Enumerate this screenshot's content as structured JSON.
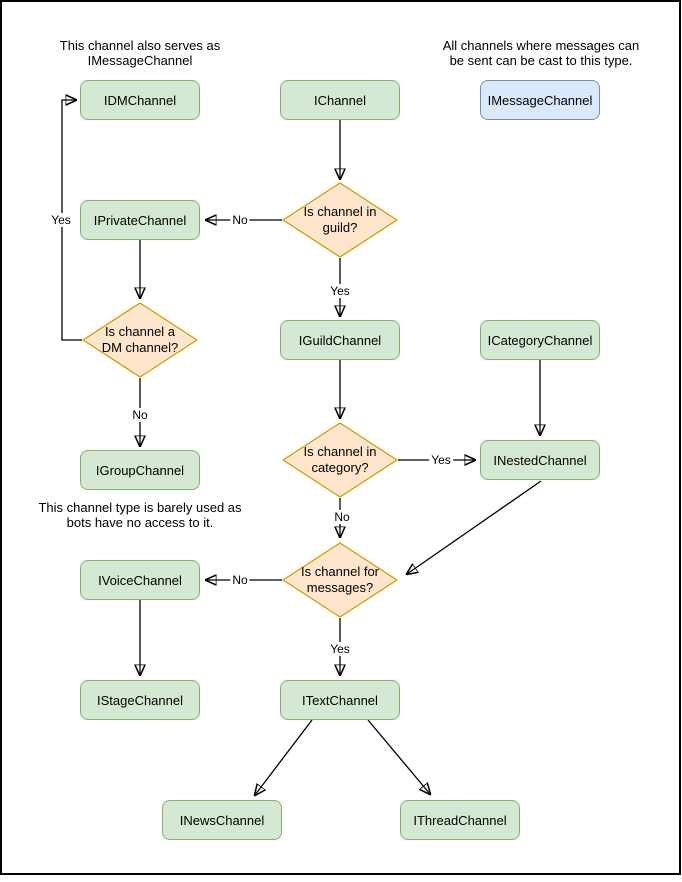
{
  "annotations": {
    "dm_note": "This channel also serves as\nIMessageChannel",
    "message_note": "All channels where messages can\nbe sent can be cast to this type.",
    "group_note": "This channel type is barely used as\nbots have no access to it."
  },
  "nodes": {
    "idmchannel": {
      "label": "IDMChannel",
      "style": "green"
    },
    "ichannel": {
      "label": "IChannel",
      "style": "green"
    },
    "imessagechannel": {
      "label": "IMessageChannel",
      "style": "blue"
    },
    "iprivatechannel": {
      "label": "IPrivateChannel",
      "style": "green"
    },
    "iguildchannel": {
      "label": "IGuildChannel",
      "style": "green"
    },
    "icategorychannel": {
      "label": "ICategoryChannel",
      "style": "green"
    },
    "igroupchannel": {
      "label": "IGroupChannel",
      "style": "green"
    },
    "inestedchannel": {
      "label": "INestedChannel",
      "style": "green"
    },
    "ivoicechannel": {
      "label": "IVoiceChannel",
      "style": "green"
    },
    "istagechannel": {
      "label": "IStageChannel",
      "style": "green"
    },
    "itextchannel": {
      "label": "ITextChannel",
      "style": "green"
    },
    "inewschannel": {
      "label": "INewsChannel",
      "style": "green"
    },
    "ithreadchannel": {
      "label": "IThreadChannel",
      "style": "green"
    }
  },
  "decisions": {
    "in_guild": {
      "label": "Is channel in\nguild?"
    },
    "is_dm": {
      "label": "Is channel a\nDM channel?"
    },
    "in_category": {
      "label": "Is channel in\ncategory?"
    },
    "for_messages": {
      "label": "Is channel for\nmessages?"
    }
  },
  "edge_labels": {
    "dm_yes": "Yes",
    "guild_no": "No",
    "guild_yes": "Yes",
    "dm_no": "No",
    "category_yes": "Yes",
    "category_no": "No",
    "messages_no": "No",
    "messages_yes": "Yes"
  },
  "edges": [
    {
      "from": "IChannel",
      "to": "Is channel in guild?",
      "label": ""
    },
    {
      "from": "Is channel in guild?",
      "to": "IPrivateChannel",
      "label": "No"
    },
    {
      "from": "Is channel in guild?",
      "to": "IGuildChannel",
      "label": "Yes"
    },
    {
      "from": "IPrivateChannel",
      "to": "Is channel a DM channel?",
      "label": ""
    },
    {
      "from": "Is channel a DM channel?",
      "to": "IDMChannel",
      "label": "Yes"
    },
    {
      "from": "Is channel a DM channel?",
      "to": "IGroupChannel",
      "label": "No"
    },
    {
      "from": "IGuildChannel",
      "to": "Is channel in category?",
      "label": ""
    },
    {
      "from": "Is channel in category?",
      "to": "INestedChannel",
      "label": "Yes"
    },
    {
      "from": "ICategoryChannel",
      "to": "INestedChannel",
      "label": ""
    },
    {
      "from": "INestedChannel",
      "to": "Is channel for messages?",
      "label": ""
    },
    {
      "from": "Is channel in category?",
      "to": "Is channel for messages?",
      "label": "No"
    },
    {
      "from": "Is channel for messages?",
      "to": "IVoiceChannel",
      "label": "No"
    },
    {
      "from": "Is channel for messages?",
      "to": "ITextChannel",
      "label": "Yes"
    },
    {
      "from": "IVoiceChannel",
      "to": "IStageChannel",
      "label": ""
    },
    {
      "from": "ITextChannel",
      "to": "INewsChannel",
      "label": ""
    },
    {
      "from": "ITextChannel",
      "to": "IThreadChannel",
      "label": ""
    }
  ],
  "colors": {
    "node_fill": "#d5e8d4",
    "node_stroke": "#82b366",
    "decision_fill": "#ffe6cc",
    "decision_stroke": "#d79b00",
    "highlight_fill": "#dae8fc",
    "highlight_stroke": "#6c8ebf",
    "edge": "#000000",
    "page_border": "#000000"
  }
}
